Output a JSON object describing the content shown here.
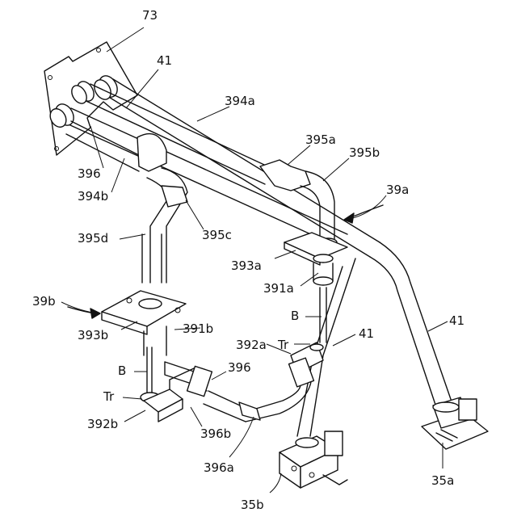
{
  "labels": {
    "l73": "73",
    "l41a": "41",
    "l394a": "394a",
    "l395a": "395a",
    "l395b": "395b",
    "l39a": "39a",
    "l396top": "396",
    "l394b": "394b",
    "l395c": "395c",
    "l395d": "395d",
    "l393a": "393a",
    "l391a": "391a",
    "l39b": "39b",
    "l393b": "393b",
    "l391b": "391b",
    "lB1": "B",
    "l41b": "41",
    "l41c": "41",
    "l392a": "392a",
    "lTr1": "Tr",
    "lB2": "B",
    "l396mid": "396",
    "lTr2": "Tr",
    "l392b": "392b",
    "l396b": "396b",
    "l396a": "396a",
    "l35a": "35a",
    "l35b": "35b"
  }
}
